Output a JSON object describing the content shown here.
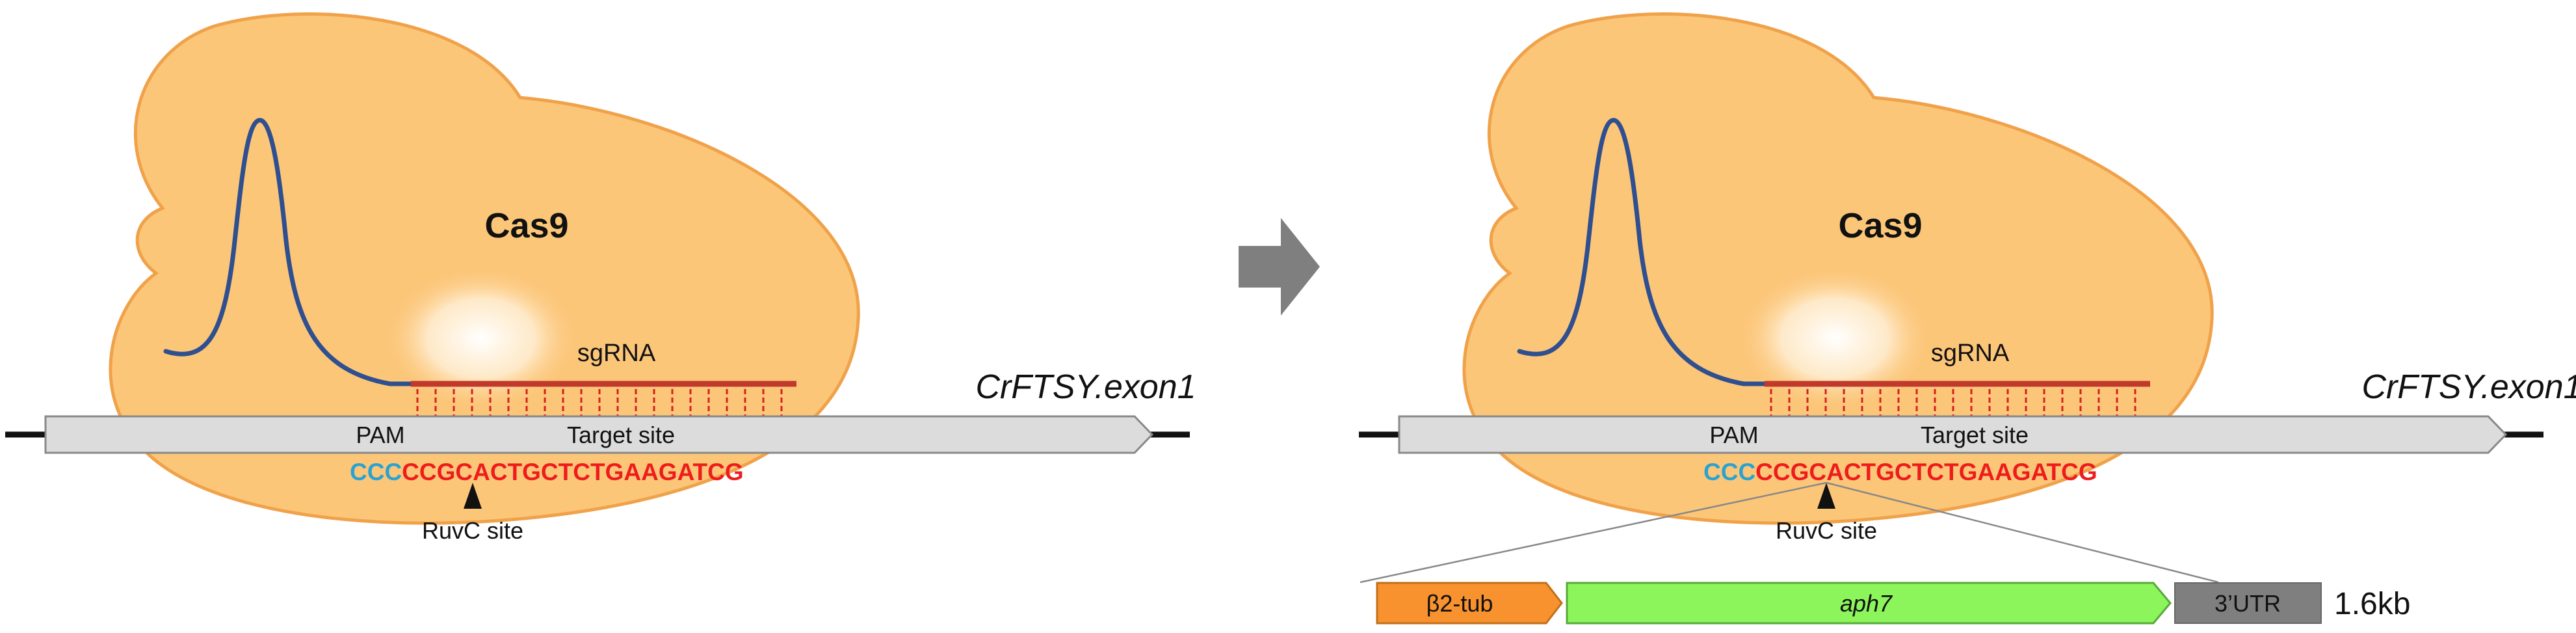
{
  "panels": [
    {
      "protein_label": "Cas9",
      "sgrna_label": "sgRNA",
      "gene_label": "CrFTSY.exon1",
      "pam_label": "PAM",
      "target_label": "Target site",
      "seq_pam": "CCC",
      "seq_target": "CCGCACTGCTCTGAAGATCG",
      "ruvc_label": "RuvC site"
    },
    {
      "protein_label": "Cas9",
      "sgrna_label": "sgRNA",
      "gene_label": "CrFTSY.exon1",
      "pam_label": "PAM",
      "target_label": "Target site",
      "seq_pam": "CCC",
      "seq_target": "CCGCACTGCTCTGAAGATCG",
      "ruvc_label": "RuvC site"
    }
  ],
  "insert": {
    "promoter": "β2-tub",
    "gene": "aph7",
    "utr": "3’UTR",
    "size": "1.6kb"
  },
  "colors": {
    "cas9_fill": "#fcc679",
    "cas9_stroke": "#f0a24a",
    "rna_line": "#2f4f8f",
    "sgrna": "#c0392b",
    "pam_seq": "#2aa3d0",
    "target_seq": "#ee1c1c",
    "dna_fill": "#dcdcdc",
    "arrow": "#7f7f7f",
    "promoter": "#f7922e",
    "gene": "#8cf55b",
    "utr": "#7f7f7f"
  }
}
